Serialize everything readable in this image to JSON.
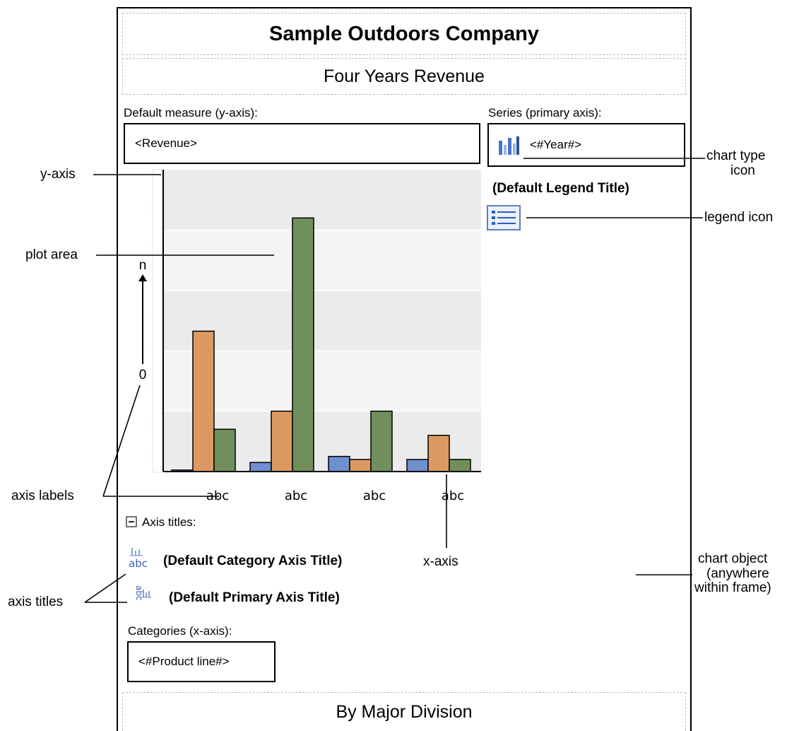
{
  "report": {
    "title": "Sample Outdoors Company",
    "subtitle": "Four Years Revenue",
    "footer": "By Major Division"
  },
  "chart": {
    "measure_label": "Default measure (y-axis):",
    "measure_value": "<Revenue>",
    "series_label": "Series (primary axis):",
    "series_value": "<#Year#>",
    "legend_title": "(Default Legend Title)",
    "axis_titles_label": "Axis titles:",
    "category_axis_title": "(Default Category Axis Title)",
    "primary_axis_title": "(Default Primary Axis Title)",
    "categories_label": "Categories (x-axis):",
    "categories_value": "<#Product line#>",
    "y_max_label": "n",
    "y_min_label": "0",
    "colors": {
      "series1": "#6f8fcf",
      "series2": "#dc9a62",
      "series3": "#708f5c",
      "plot_bg": "#ebebeb"
    }
  },
  "chart_data": {
    "type": "bar",
    "categories": [
      "abc",
      "abc",
      "abc",
      "abc"
    ],
    "series": [
      {
        "values": [
          0.5,
          3.0,
          5.0,
          4.0
        ]
      },
      {
        "values": [
          46.5,
          20.0,
          4.0,
          12.0
        ]
      },
      {
        "values": [
          14.0,
          84.0,
          20.0,
          4.0
        ]
      }
    ],
    "ylim": [
      0,
      100
    ],
    "grid": true
  },
  "annotations": {
    "y_axis": "y-axis",
    "plot_area": "plot area",
    "axis_labels": "axis labels",
    "axis_titles": "axis titles",
    "chart_type_icon_1": "chart type",
    "chart_type_icon_2": "icon",
    "legend_icon": "legend icon",
    "x_axis": "x-axis",
    "chart_object_1": "chart object",
    "chart_object_2": "(anywhere",
    "chart_object_3": "within frame)"
  }
}
